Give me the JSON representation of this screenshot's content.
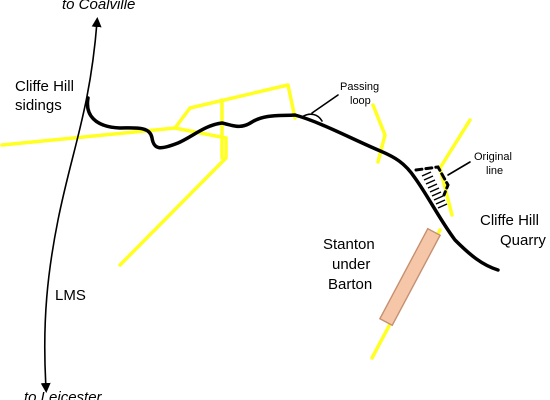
{
  "labels": {
    "to_coalville": "to Coalville",
    "to_leicester": "to Leicester",
    "sidings_line1": "Cliffe Hill",
    "sidings_line2": "sidings",
    "passing_line1": "Passing",
    "passing_line2": "loop",
    "original_line1": "Original",
    "original_line2": "line",
    "quarry_line1": "Cliffe Hill",
    "quarry_line2": "Quarry",
    "village_line1": "Stanton",
    "village_line2": "under",
    "village_line3": "Barton",
    "lms": "LMS"
  },
  "colors": {
    "road": "#ffff22",
    "railway": "#000000",
    "village_fill": "#f5c6a8",
    "village_stroke": "#c59070",
    "background": "#ffffff"
  }
}
